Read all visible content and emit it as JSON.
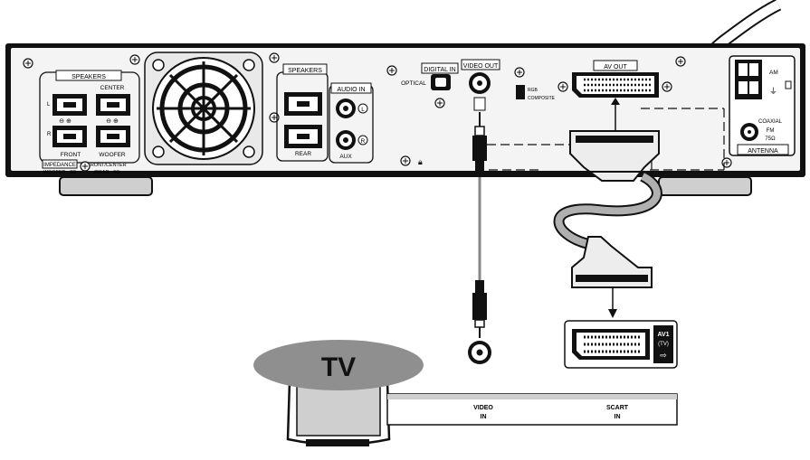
{
  "unit": {
    "speakers_left": "SPEAKERS",
    "center": "CENTER",
    "front": "FRONT",
    "woofer": "WOOFER",
    "left_marker": "L",
    "right_marker": "R",
    "impedance": "IMPEDANCE",
    "woofer_spec": "WOOFER : 3Ω",
    "front_center_spec": "FRONT/CENTER",
    "rear_spec": "/REAR : 6Ω",
    "speakers_right": "SPEAKERS",
    "rear": "REAR",
    "audio_in": "AUDIO IN",
    "audio_l": "L",
    "audio_r": "R",
    "aux": "AUX",
    "digital_in": "DIGITAL IN",
    "optical": "OPTICAL",
    "video_out": "VIDEO OUT",
    "rgb": "RGB",
    "composite": "COMPOSITE",
    "av_out": "AV OUT",
    "am": "AM",
    "coaxial": "COAXIAL",
    "fm": "FM",
    "fm_ohm": "75Ω",
    "antenna": "ANTENNA"
  },
  "tv": {
    "title": "TV",
    "video_in_line1": "VIDEO",
    "video_in_line2": "IN",
    "scart_in_line1": "SCART",
    "scart_in_line2": "IN",
    "av1_line1": "AV1",
    "av1_line2": "(TV)"
  },
  "colors": {
    "line": "#111111",
    "panel": "#f4f4f4",
    "cable": "#b0b0b0",
    "tv_oval": "#8f8f8f",
    "tv_screen": "#cfcfcf"
  }
}
